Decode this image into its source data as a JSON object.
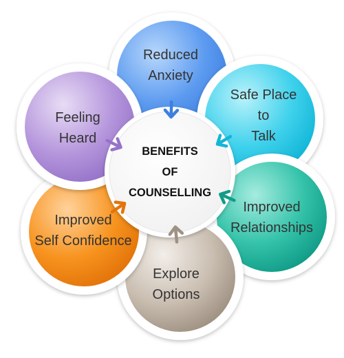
{
  "center": {
    "title": "BENEFITS\nOF\nCOUNSELLING"
  },
  "petals": [
    {
      "id": "reduced-anxiety",
      "label": "Reduced\nAnxiety",
      "color_light": "#b7d7fb",
      "color_mid": "#5d9bf0",
      "color_dark": "#3c7fe0"
    },
    {
      "id": "safe-place",
      "label": "Safe Place\nto\nTalk",
      "color_light": "#b9f2fb",
      "color_mid": "#3fd1ec",
      "color_dark": "#12b6d8"
    },
    {
      "id": "improved-relationships",
      "label": "Improved\nRelationships",
      "color_light": "#a5ece0",
      "color_mid": "#33c2a9",
      "color_dark": "#119c87"
    },
    {
      "id": "explore-options",
      "label": "Explore\nOptions",
      "color_light": "#f2eee9",
      "color_mid": "#c9bdb0",
      "color_dark": "#9f9283"
    },
    {
      "id": "improved-self-confidence",
      "label": "Improved\nSelf Confidence",
      "color_light": "#ffd29b",
      "color_mid": "#f7931e",
      "color_dark": "#e3740a"
    },
    {
      "id": "feeling-heard",
      "label": "Feeling\nHeard",
      "color_light": "#e8dcf5",
      "color_mid": "#b596dc",
      "color_dark": "#9673c9"
    }
  ]
}
